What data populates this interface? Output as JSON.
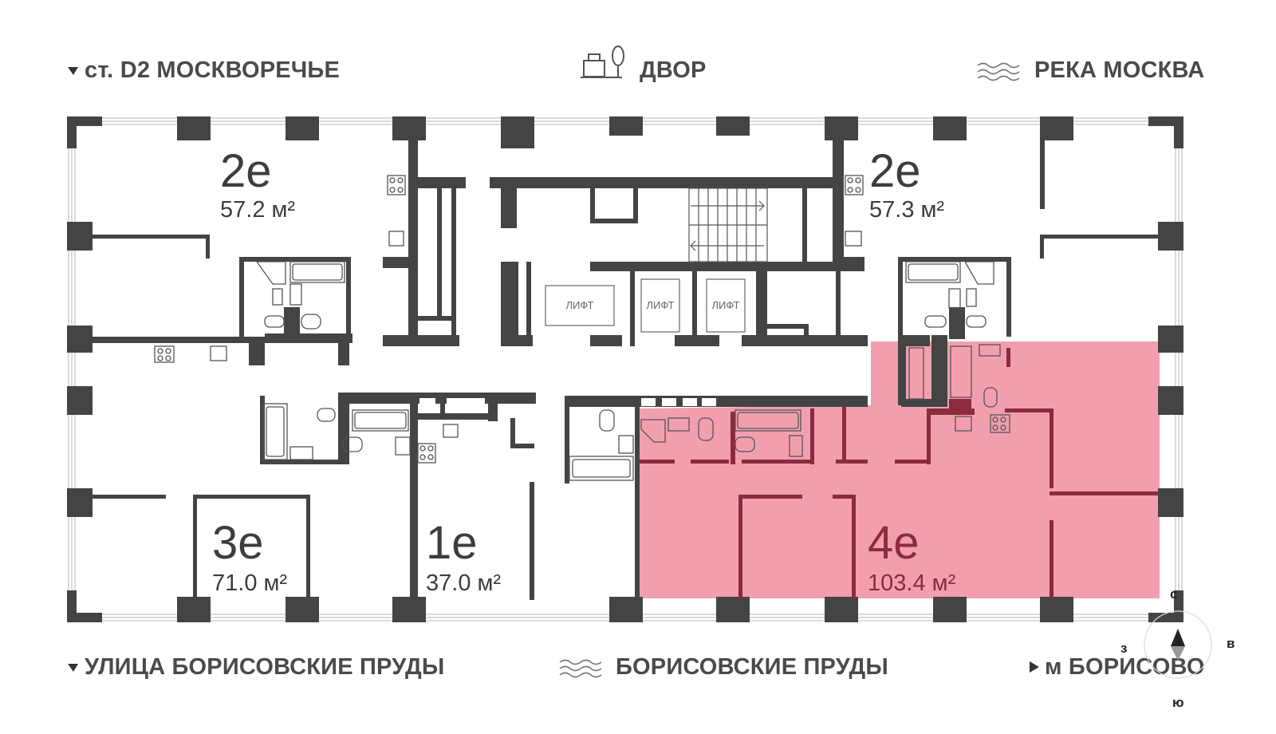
{
  "labels": {
    "top_left": "ст. D2 МОСКВОРЕЧЬЕ",
    "top_center": "ДВОР",
    "top_right": "РЕКА МОСКВА",
    "bottom_left": "УЛИЦА БОРИСОВСКИЕ ПРУДЫ",
    "bottom_center": "БОРИСОВСКИЕ ПРУДЫ",
    "bottom_right": "м БОРИСОВО"
  },
  "apartments": [
    {
      "id": "nw",
      "name": "2е",
      "area": "57.2 м²",
      "selected": false
    },
    {
      "id": "ne",
      "name": "2е",
      "area": "57.3 м²",
      "selected": false
    },
    {
      "id": "sw",
      "name": "3е",
      "area": "71.0 м²",
      "selected": false
    },
    {
      "id": "s",
      "name": "1е",
      "area": "37.0 м²",
      "selected": false
    },
    {
      "id": "se",
      "name": "4е",
      "area": "103.4 м²",
      "selected": true
    }
  ],
  "lifts": [
    "ЛИФТ",
    "ЛИФТ",
    "ЛИФТ"
  ],
  "compass": {
    "n": "с",
    "s": "ю",
    "w": "з",
    "e": "в"
  },
  "colors": {
    "wall": "#444444",
    "selected_fill": "#f09aaa",
    "selected_wall": "#8c2a40",
    "window": "#cfcfcf"
  },
  "icons": {
    "courtyard": "courtyard-icon",
    "water": "water-waves-icon",
    "arrow": "direction-arrow-icon"
  }
}
